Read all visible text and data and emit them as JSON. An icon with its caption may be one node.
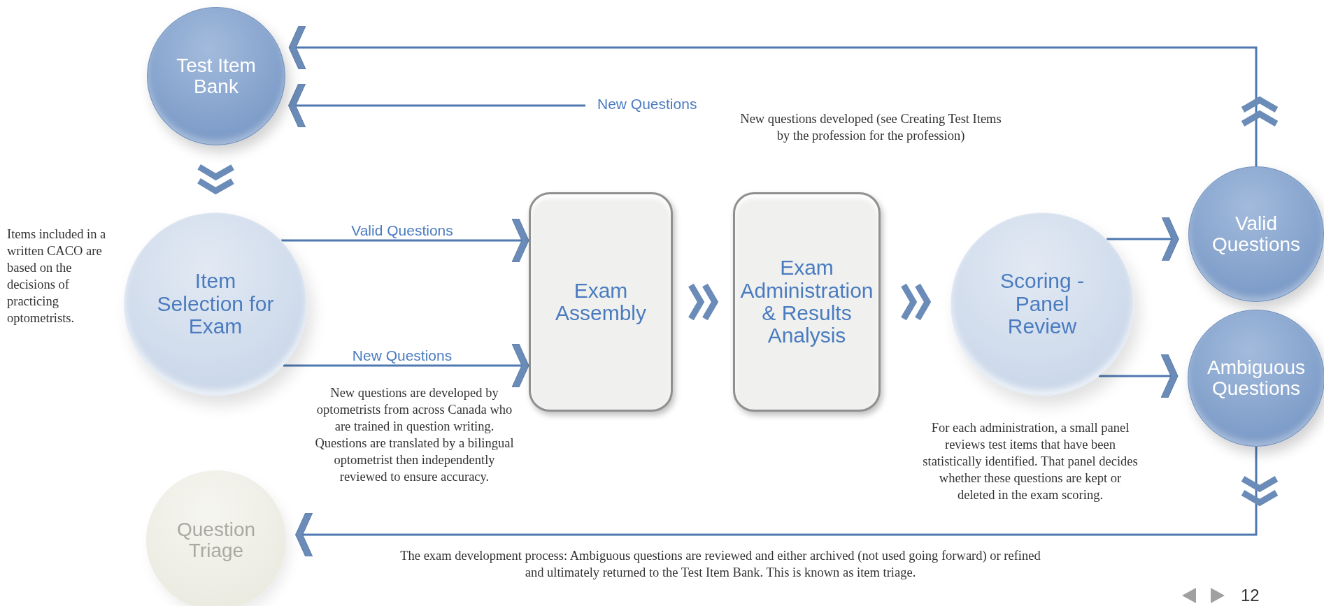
{
  "diagram": {
    "nodes": [
      {
        "text": [
          "Test Item Bank"
        ]
      },
      {
        "text": [
          "Item Selection for Exam"
        ],
        "beside": [
          "Items included in a written CACO are based on the decisions of practicing optometrists."
        ]
      },
      {
        "text": [
          "Exam Assembly"
        ]
      },
      {
        "text": [
          "Exam Administration & Results Analysis"
        ]
      },
      {
        "text": [
          "Scoring - Panel Review"
        ]
      },
      {
        "text": [
          "Valid Questions"
        ]
      },
      {
        "text": [
          "Ambiguous Questions"
        ]
      },
      {
        "text": [
          "Question Triage"
        ]
      }
    ],
    "edges": [
      {
        "from": 5,
        "to": 0,
        "arrow": "to"
      },
      {
        "from": null,
        "to": 0,
        "arrow": "to",
        "label": "New Questions"
      },
      {
        "from": 0,
        "to": 1,
        "arrow": "to",
        "style": "thick"
      },
      {
        "from": 1,
        "to": 2,
        "arrow": "to",
        "label": "Valid Questions"
      },
      {
        "from": 1,
        "to": 2,
        "arrow": "to",
        "label": "New Questions"
      },
      {
        "from": 2,
        "to": 3,
        "arrow": "to",
        "style": "thick"
      },
      {
        "from": 3,
        "to": 4,
        "arrow": "to",
        "style": "thick"
      },
      {
        "from": 4,
        "to": 5,
        "arrow": "to"
      },
      {
        "from": 4,
        "to": 6,
        "arrow": "to"
      },
      {
        "from": 6,
        "to": 7,
        "arrow": "to"
      }
    ],
    "labels": [
      "New questions developed (see Creating Test Items by the profession for the profession)",
      "New questions are developed by optometrists from across Canada who are trained in question writing. Questions are translated by a bilingual optometrist then independently reviewed to ensure accuracy.",
      "For each administration, a small panel reviews test items that have been statistically identified. That panel decides whether these questions are kept or deleted in the exam scoring.",
      "The exam development process: Ambiguous questions are reviewed and either archived (not used going forward) or refined and ultimately returned to the Test Item Bank. This is known as item triage.",
      "12"
    ]
  }
}
